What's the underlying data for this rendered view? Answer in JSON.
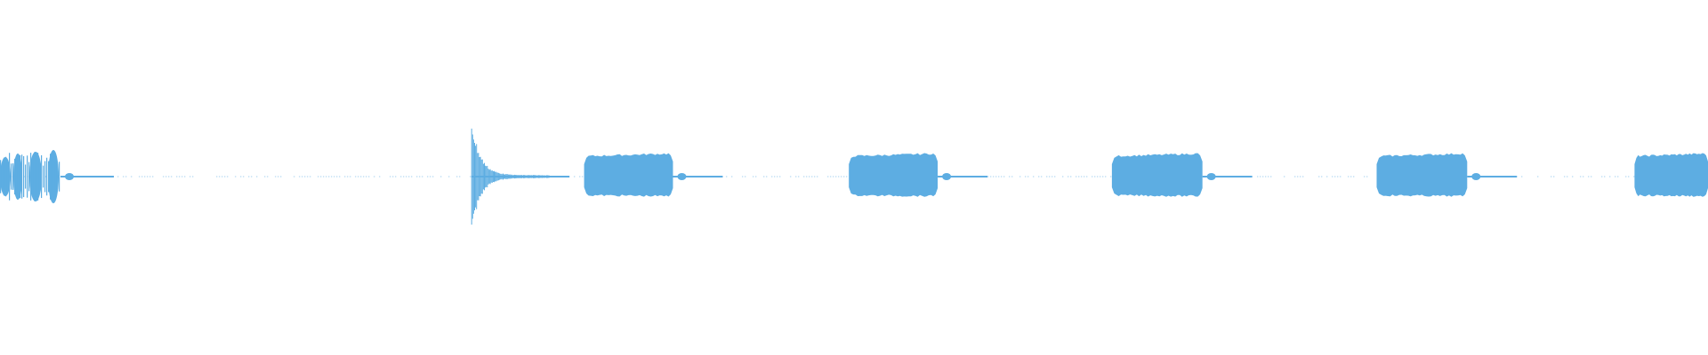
{
  "waveform": {
    "color": "#5dade2",
    "background": "#ffffff",
    "segments": [
      {
        "kind": "pulse-train",
        "label": "",
        "start": 0.0,
        "end": 0.036
      },
      {
        "kind": "transient",
        "label": "",
        "start": 0.185,
        "end": 0.24
      },
      {
        "kind": "tone-burst",
        "label": "",
        "start": 0.342,
        "end": 0.394
      },
      {
        "kind": "tone-burst",
        "label": "",
        "start": 0.497,
        "end": 0.549
      },
      {
        "kind": "tone-burst",
        "label": "",
        "start": 0.651,
        "end": 0.704
      },
      {
        "kind": "tone-burst",
        "label": "",
        "start": 0.806,
        "end": 0.859
      },
      {
        "kind": "tone-burst",
        "label": "",
        "start": 0.957,
        "end": 1.0
      }
    ]
  }
}
